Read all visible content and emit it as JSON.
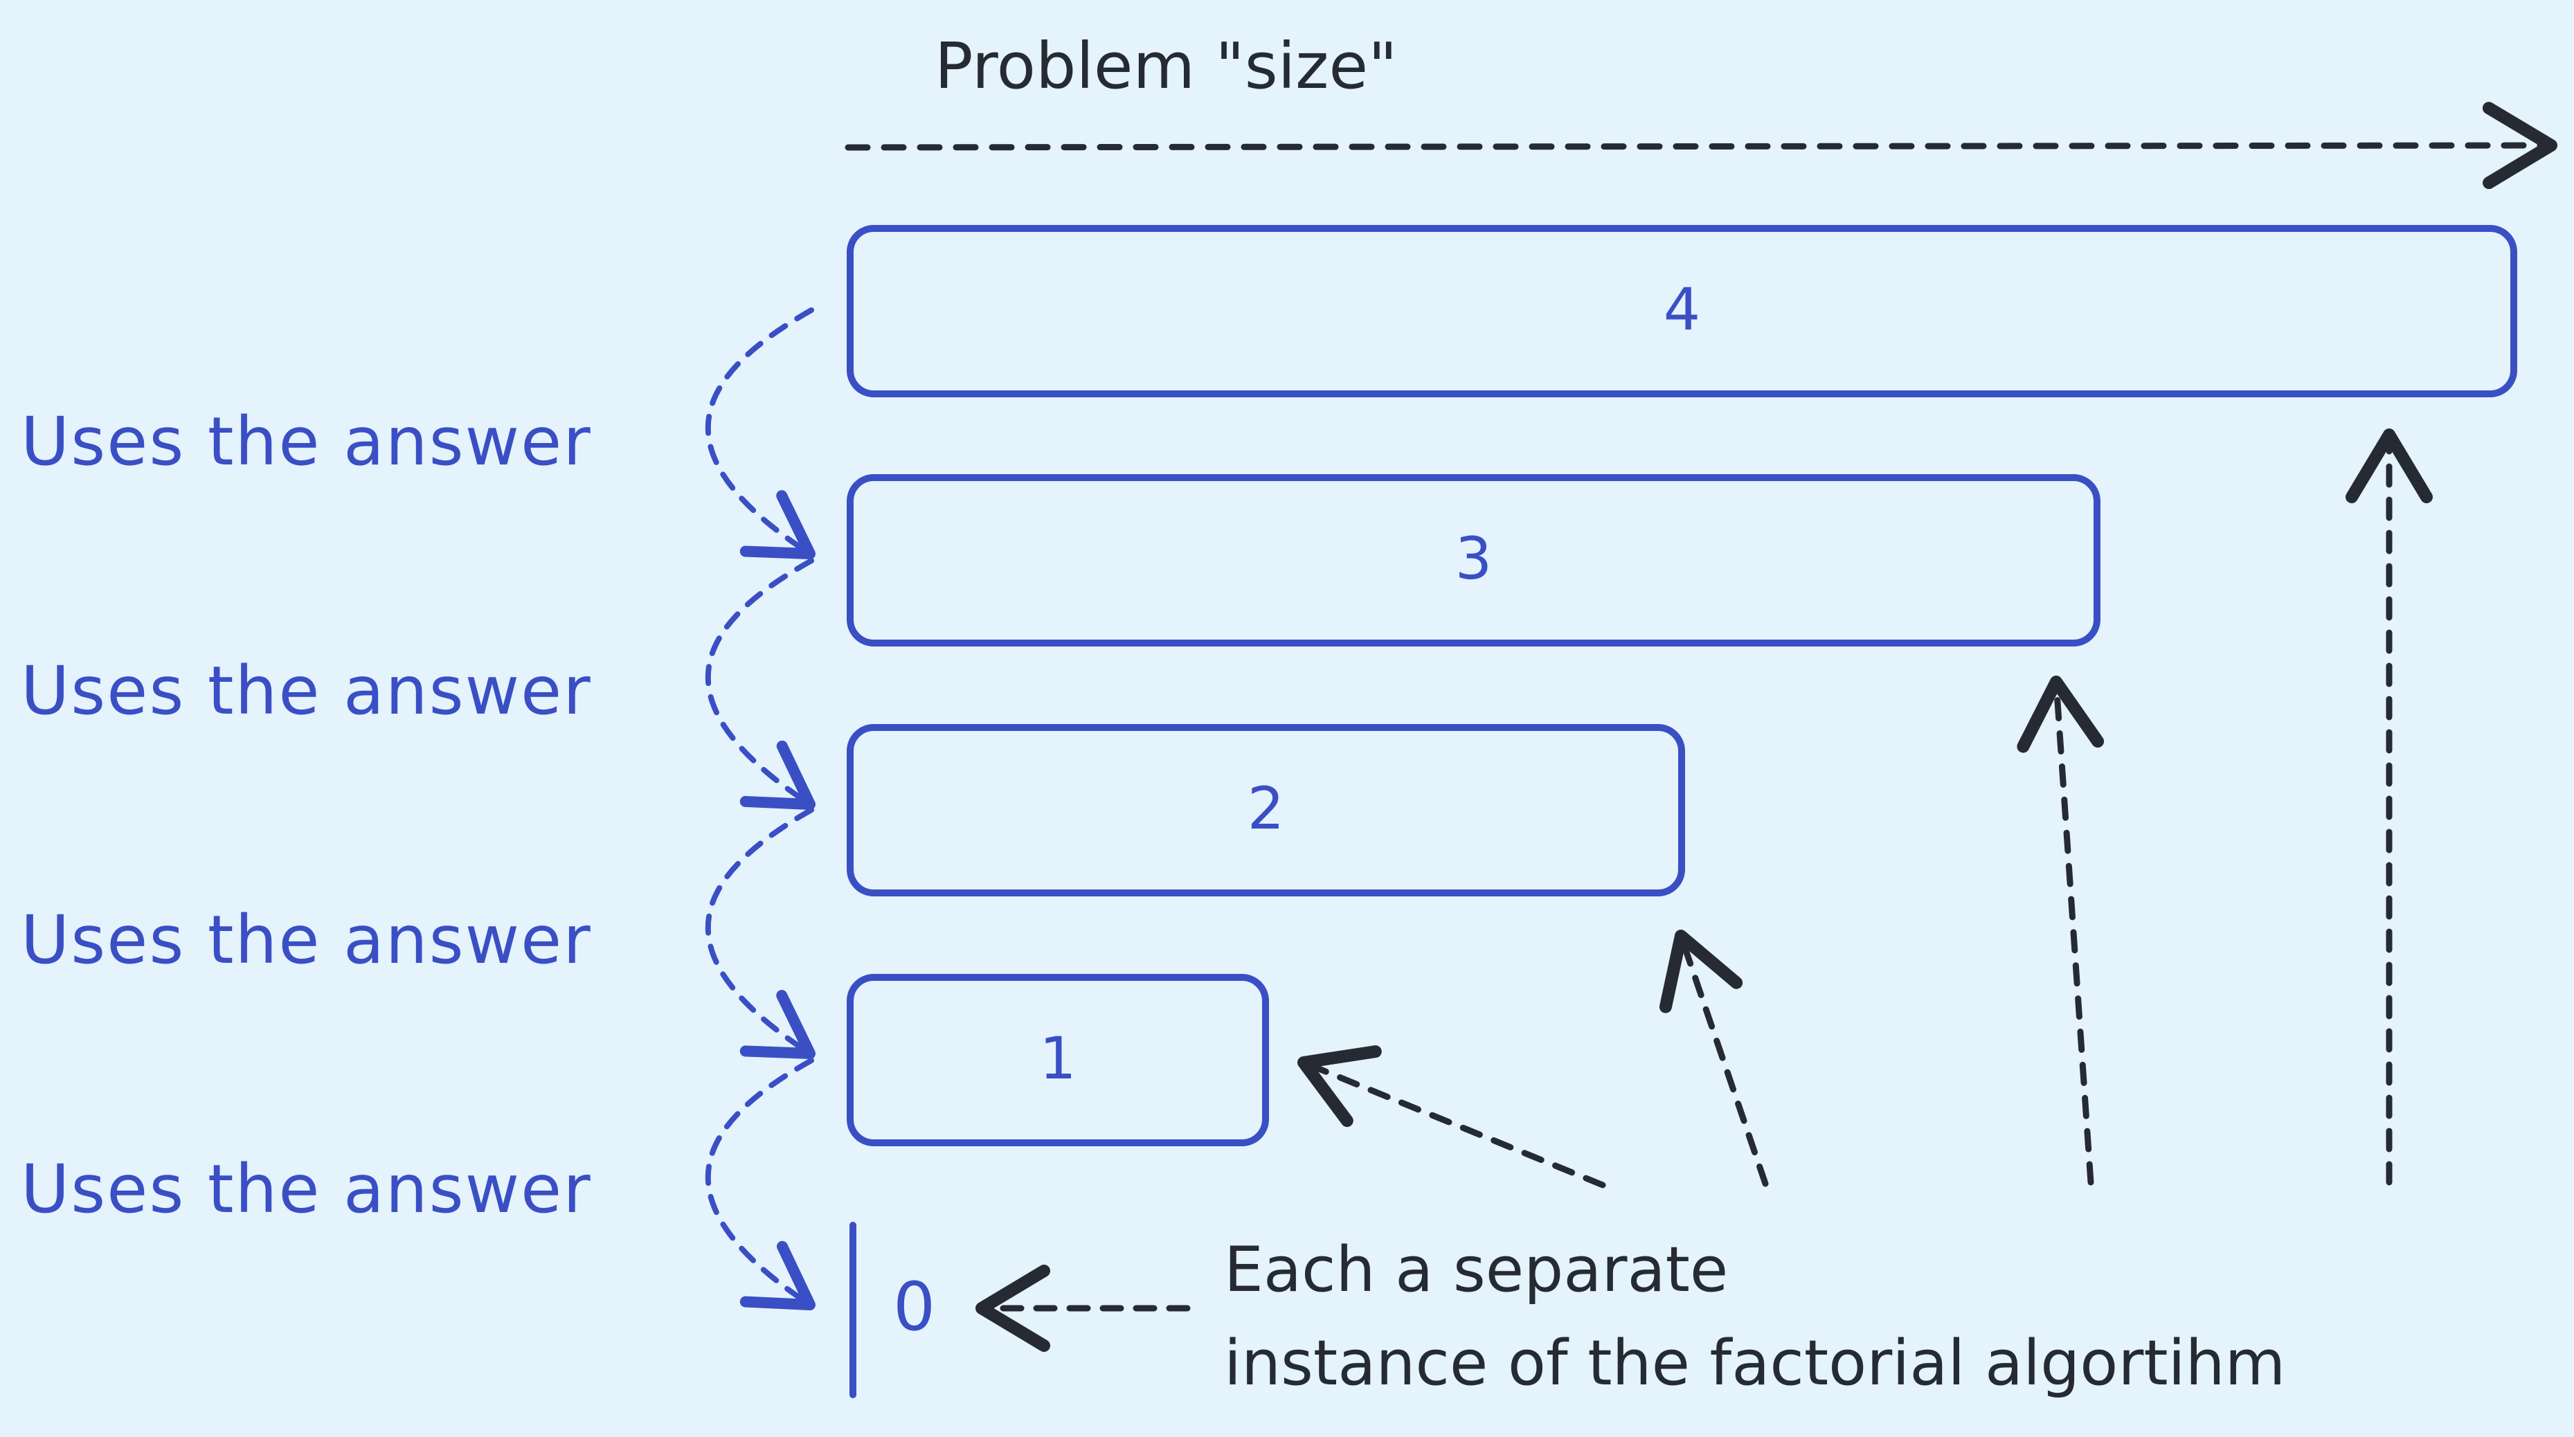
{
  "header": {
    "title": "Problem \"size\""
  },
  "boxes": [
    {
      "label": "4"
    },
    {
      "label": "3"
    },
    {
      "label": "2"
    },
    {
      "label": "1"
    }
  ],
  "base": {
    "label": "0"
  },
  "side_labels": [
    "Uses the answer",
    "Uses the answer",
    "Uses the answer",
    "Uses the answer"
  ],
  "note": {
    "line1": "Each a separate",
    "line2": "instance of the factorial algortihm"
  },
  "colors": {
    "background": "#e4f3fc",
    "accent": "#3a4fc4",
    "ink": "#262a33"
  }
}
